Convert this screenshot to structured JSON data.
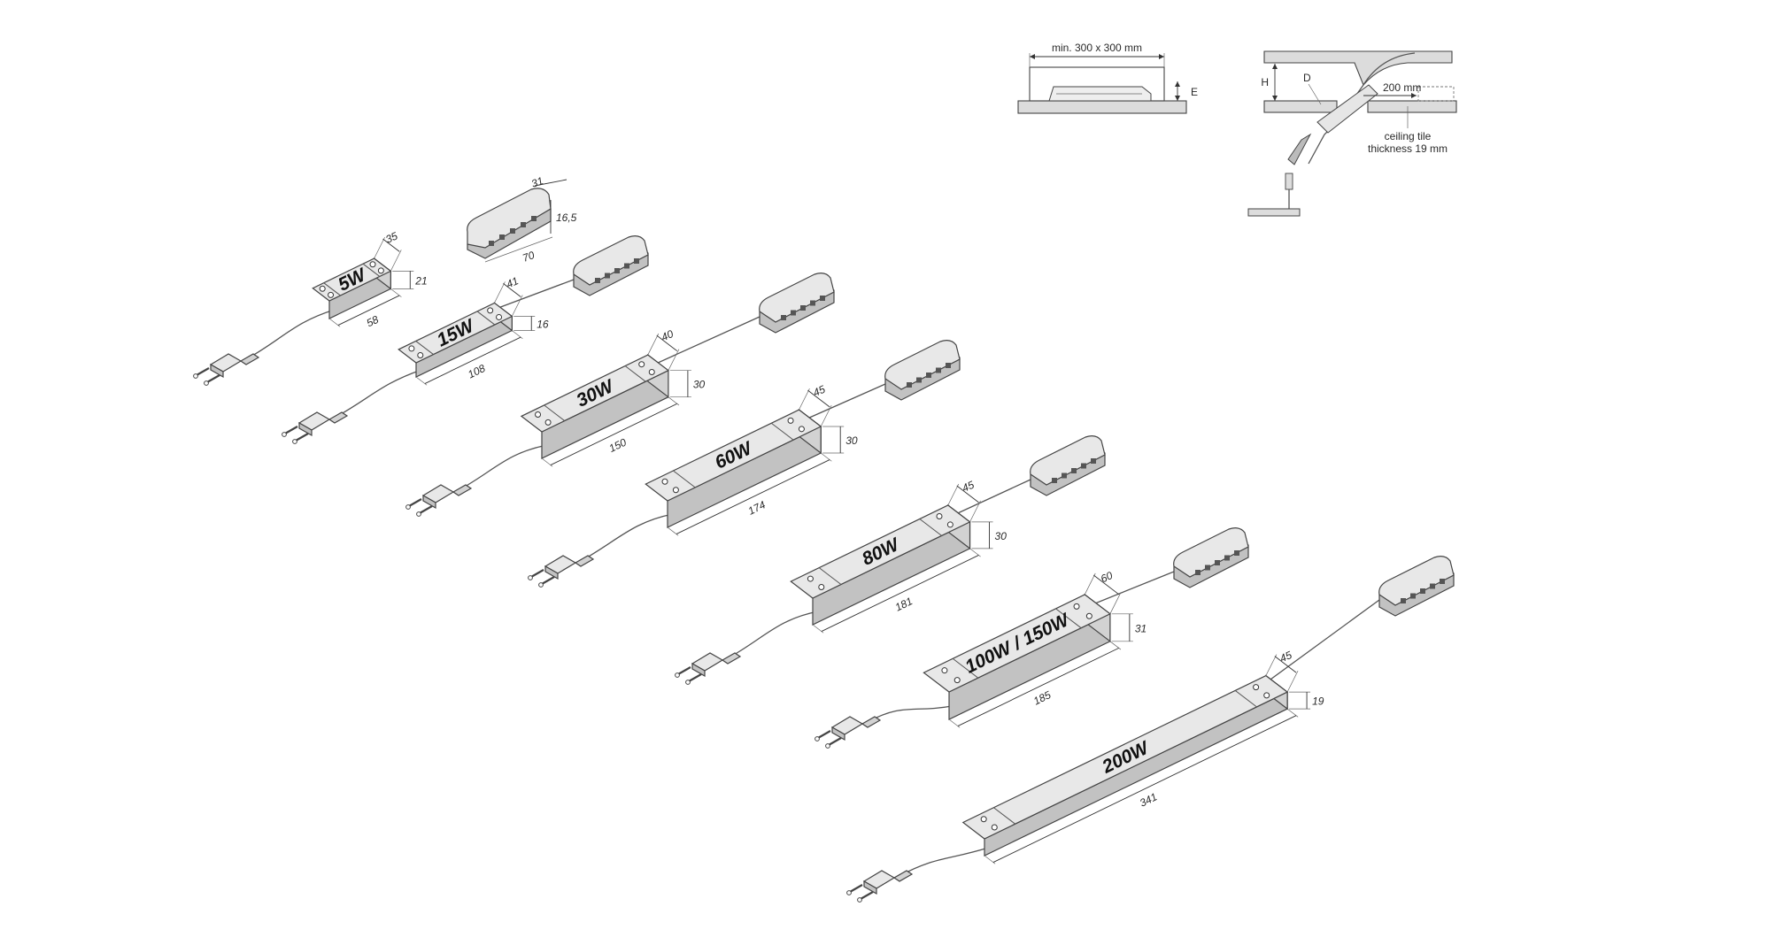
{
  "installation": {
    "recess": {
      "clearance_label": "min. 300 x 300 mm",
      "depth_label": "E"
    },
    "ceiling": {
      "height_label": "H",
      "diameter_label": "D",
      "offset_label": "200 mm",
      "tile_note_line1": "ceiling tile",
      "tile_note_line2": "thickness 19 mm"
    }
  },
  "drivers": [
    {
      "id": "5w",
      "label": "5W",
      "length": "58",
      "width": "35",
      "height": "21"
    },
    {
      "id": "15w",
      "label": "15W",
      "length": "108",
      "width": "41",
      "height": "16"
    },
    {
      "id": "30w",
      "label": "30W",
      "length": "150",
      "width": "40",
      "height": "30"
    },
    {
      "id": "60w",
      "label": "60W",
      "length": "174",
      "width": "45",
      "height": "30"
    },
    {
      "id": "80w",
      "label": "80W",
      "length": "181",
      "width": "45",
      "height": "30"
    },
    {
      "id": "100w",
      "label": "100W / 150W",
      "length": "185",
      "width": "60",
      "height": "31"
    },
    {
      "id": "200w",
      "label": "200W",
      "length": "341",
      "width": "45",
      "height": "19"
    }
  ],
  "distributor": {
    "length": "70",
    "width": "31",
    "height": "16,5"
  },
  "colors": {
    "line": "#444444",
    "fill_light": "#e8e8e8",
    "fill_dark": "#c2c2c2"
  }
}
